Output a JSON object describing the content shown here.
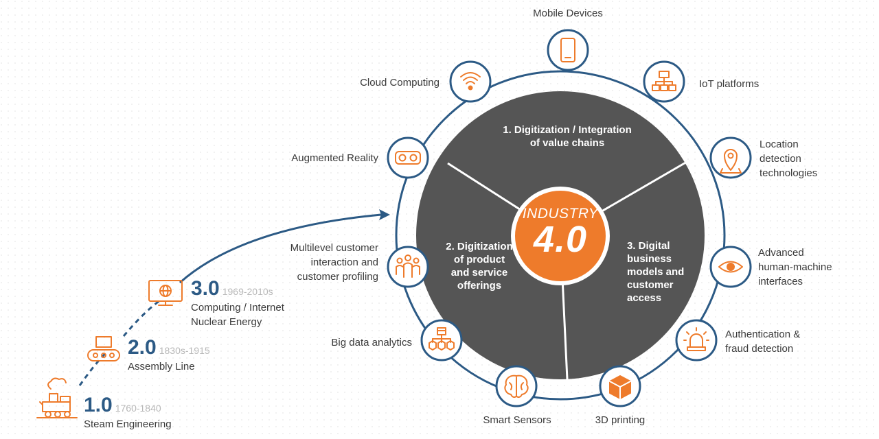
{
  "hub": {
    "top": "INDUSTRY",
    "num": "4.0"
  },
  "segments": [
    {
      "lines": [
        "1. Digitization / Integration",
        "of value chains"
      ]
    },
    {
      "lines": [
        "2. Digitization",
        "of product",
        "and service",
        "offerings"
      ]
    },
    {
      "lines": [
        "3. Digital",
        "business",
        "models and",
        "customer",
        "access"
      ]
    }
  ],
  "technologies": [
    {
      "id": "mobile",
      "icon": "tablet-icon",
      "lines": [
        "Mobile Devices"
      ]
    },
    {
      "id": "iot",
      "icon": "network-icon",
      "lines": [
        "IoT platforms"
      ]
    },
    {
      "id": "location",
      "icon": "location-pin-icon",
      "lines": [
        "Location",
        "detection",
        "technologies"
      ]
    },
    {
      "id": "hmi",
      "icon": "eye-icon",
      "lines": [
        "Advanced",
        "human-machine",
        "interfaces"
      ]
    },
    {
      "id": "auth",
      "icon": "alarm-light-icon",
      "lines": [
        "Authentication &",
        "fraud detection"
      ]
    },
    {
      "id": "printing",
      "icon": "cube-icon",
      "lines": [
        "3D printing"
      ]
    },
    {
      "id": "sensors",
      "icon": "brain-icon",
      "lines": [
        "Smart Sensors"
      ]
    },
    {
      "id": "bigdata",
      "icon": "data-hierarchy-icon",
      "lines": [
        "Big data analytics"
      ]
    },
    {
      "id": "customer",
      "icon": "people-group-icon",
      "lines": [
        "Multilevel customer",
        "interaction and",
        "customer profiling"
      ]
    },
    {
      "id": "ar",
      "icon": "vr-goggles-icon",
      "lines": [
        "Augmented Reality"
      ]
    },
    {
      "id": "cloud",
      "icon": "wifi-icon",
      "lines": [
        "Cloud Computing"
      ]
    }
  ],
  "eras": [
    {
      "id": "1",
      "num": "1.0",
      "years": "1760-1840",
      "lines": [
        "Steam Engineering"
      ],
      "icon": "steam-train-icon"
    },
    {
      "id": "2",
      "num": "2.0",
      "years": "1830s-1915",
      "lines": [
        "Assembly Line"
      ],
      "icon": "conveyor-belt-icon"
    },
    {
      "id": "3",
      "num": "3.0",
      "years": "1969-2010s",
      "lines": [
        "Computing / Internet",
        "Nuclear Energy"
      ],
      "icon": "computer-monitor-icon"
    }
  ],
  "colors": {
    "accent": "#ee7b2b",
    "blue": "#2c5a85",
    "segment": "#555555",
    "text": "#3a3a3a",
    "years": "#b8b8b8"
  }
}
